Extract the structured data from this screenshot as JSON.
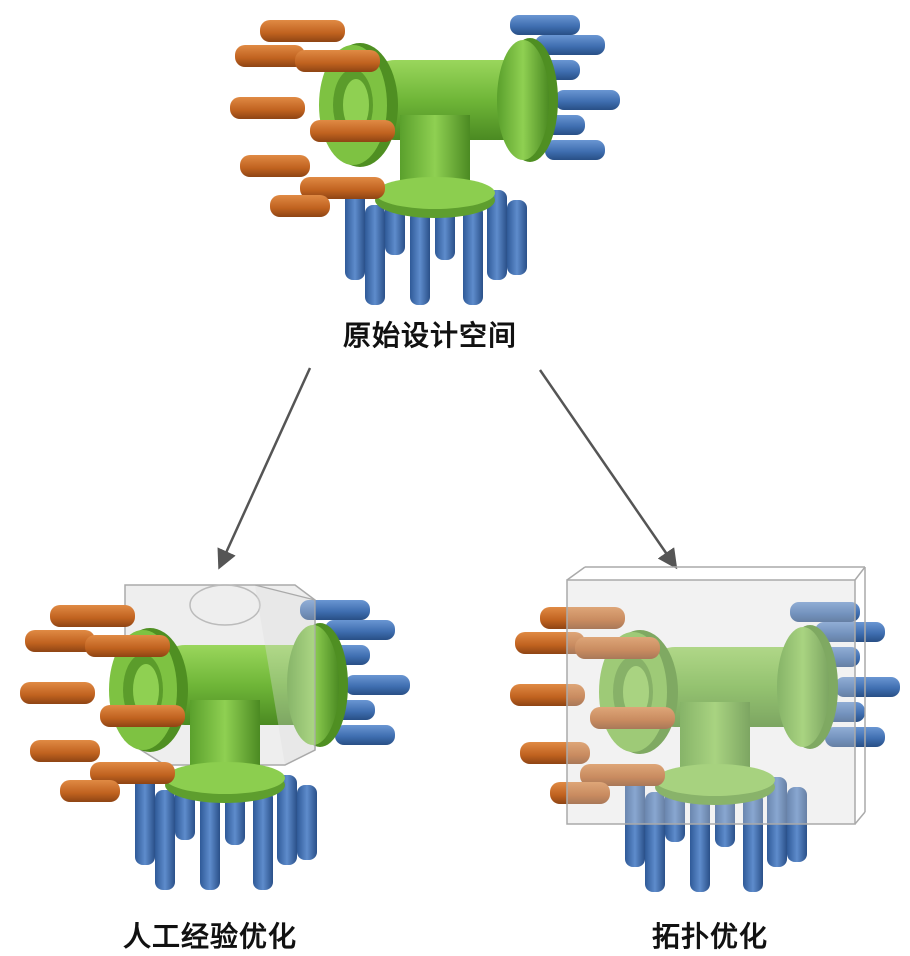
{
  "labels": {
    "original": "原始设计空间",
    "manual": "人工经验优化",
    "topology": "拓扑优化"
  },
  "colors": {
    "green_body": "#7ec242",
    "green_dark": "#4f8f22",
    "orange_pipe": "#c86a2a",
    "blue_pipe": "#3f6fb0",
    "arrow": "#555555",
    "box_fill": "#d9d9d9",
    "box_stroke": "#aaaaaa"
  },
  "icons": [
    "t-pipe-assembly",
    "arrow-down-left",
    "arrow-down-right",
    "transparent-box"
  ]
}
